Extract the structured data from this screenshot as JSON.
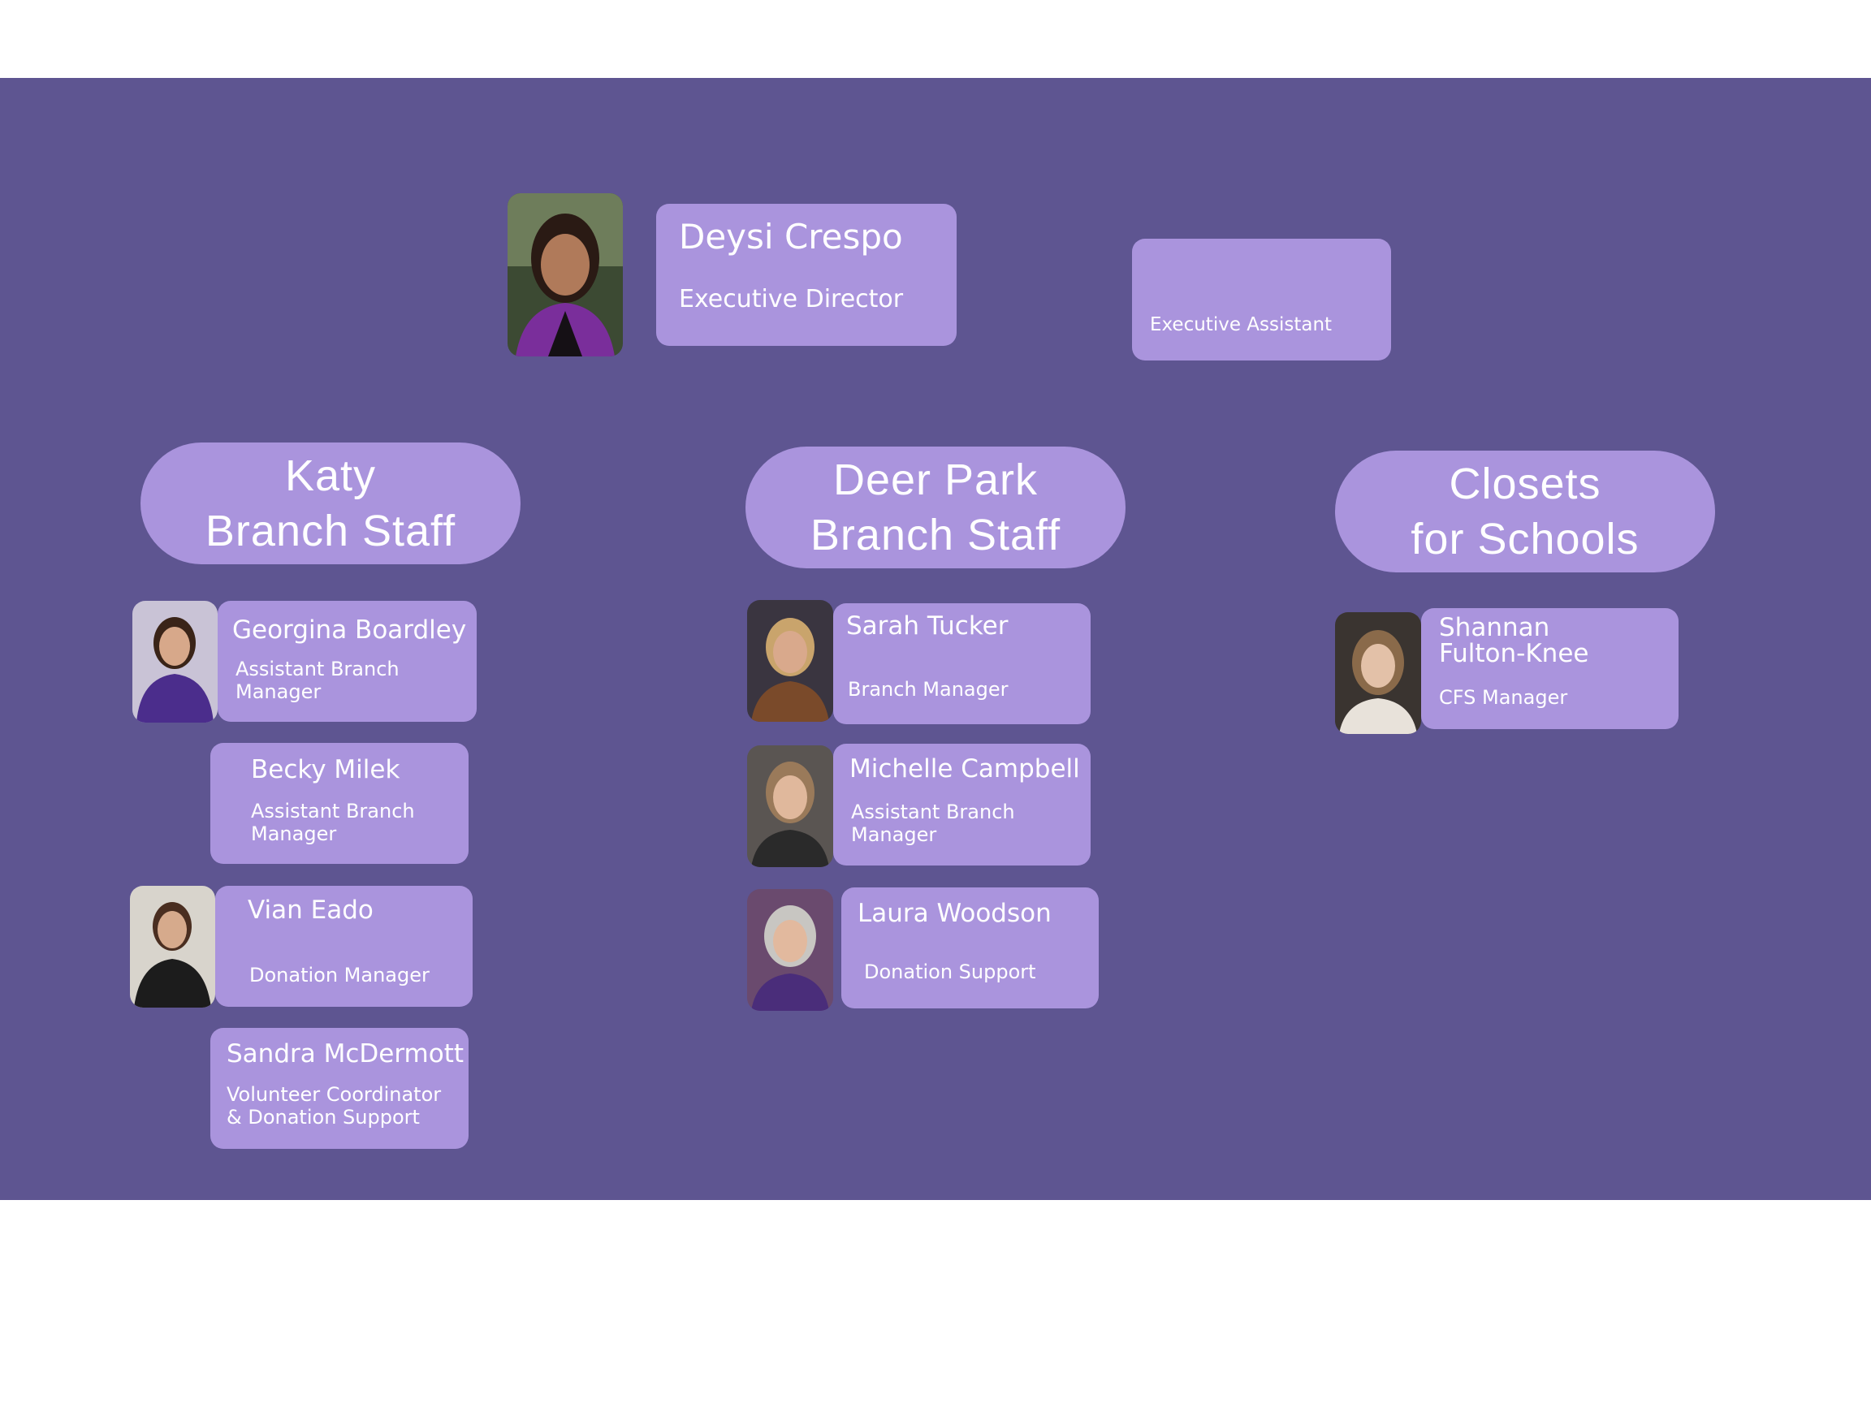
{
  "director": {
    "name": "Deysi  Crespo",
    "title": "Executive Director"
  },
  "assistant": {
    "title": "Executive Assistant"
  },
  "groups": [
    {
      "line1": "Katy",
      "line2": "Branch Staff"
    },
    {
      "line1": "Deer Park",
      "line2": "Branch Staff"
    },
    {
      "line1": "Closets",
      "line2": "for Schools"
    }
  ],
  "katy": [
    {
      "name": "Georgina Boardley",
      "role1": "Assistant Branch",
      "role2": "Manager"
    },
    {
      "name": "Becky Milek",
      "role1": "Assistant Branch",
      "role2": "Manager"
    },
    {
      "name": "Vian Eado",
      "role1": "Donation Manager"
    },
    {
      "name": "Sandra McDermott",
      "role1": "Volunteer Coordinator",
      "role2": "& Donation Support"
    }
  ],
  "deerpark": [
    {
      "name": "Sarah Tucker",
      "role1": "Branch Manager"
    },
    {
      "name": "Michelle Campbell",
      "role1": "Assistant Branch",
      "role2": "Manager"
    },
    {
      "name": "Laura Woodson",
      "role1": "Donation Support"
    }
  ],
  "cfs": [
    {
      "name1": "Shannan",
      "name2": "Fulton-Knee",
      "role1": "CFS  Manager"
    }
  ],
  "colors": {
    "background": "#5e5591",
    "card": "#aa94dd",
    "text": "#ffffff"
  },
  "photos": [
    "deysi-photo",
    "georgina-photo",
    "vian-photo",
    "sarah-photo",
    "michelle-photo",
    "laura-photo",
    "shannan-photo"
  ]
}
